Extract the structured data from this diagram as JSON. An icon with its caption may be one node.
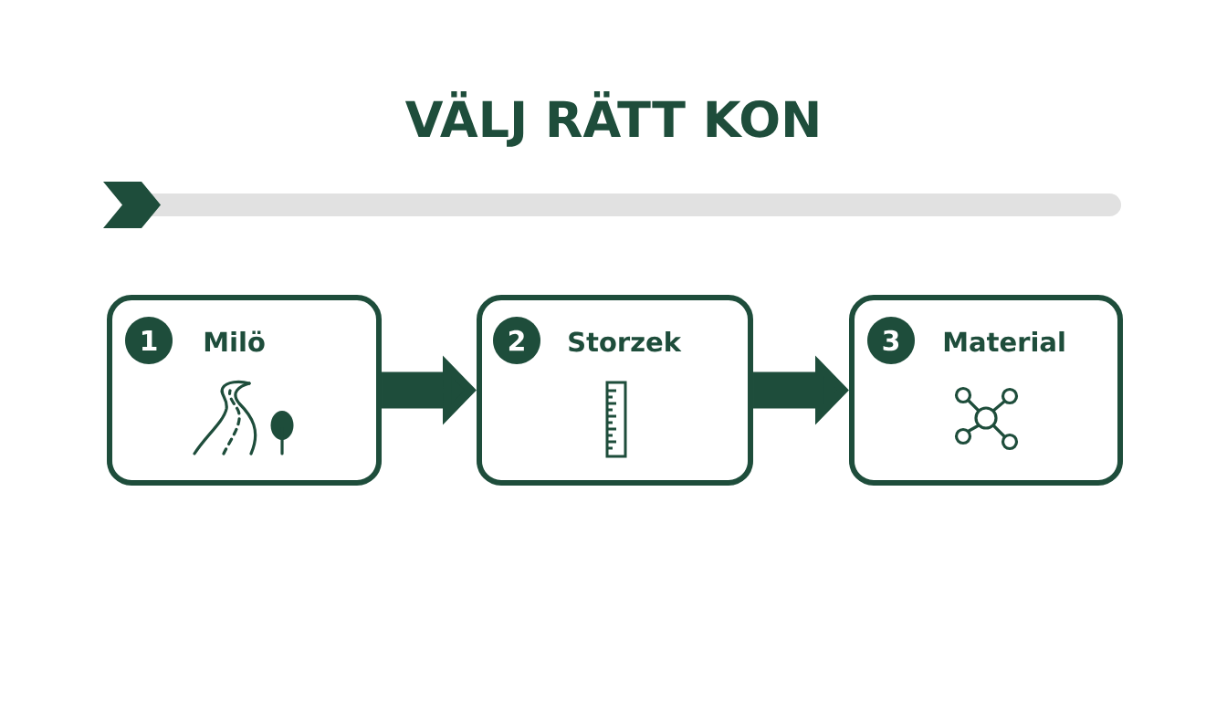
{
  "diagram": {
    "title": "VÄLJ RÄTT KON",
    "nodes": [
      {
        "text": [
          "1",
          "Milö"
        ]
      },
      {
        "text": [
          "2",
          "Storzek"
        ]
      },
      {
        "text": [
          "3",
          "Material"
        ]
      }
    ],
    "edges": [
      {
        "from": 0,
        "to": 1,
        "arrow": "to"
      },
      {
        "from": 1,
        "to": 2,
        "arrow": "to"
      }
    ]
  }
}
